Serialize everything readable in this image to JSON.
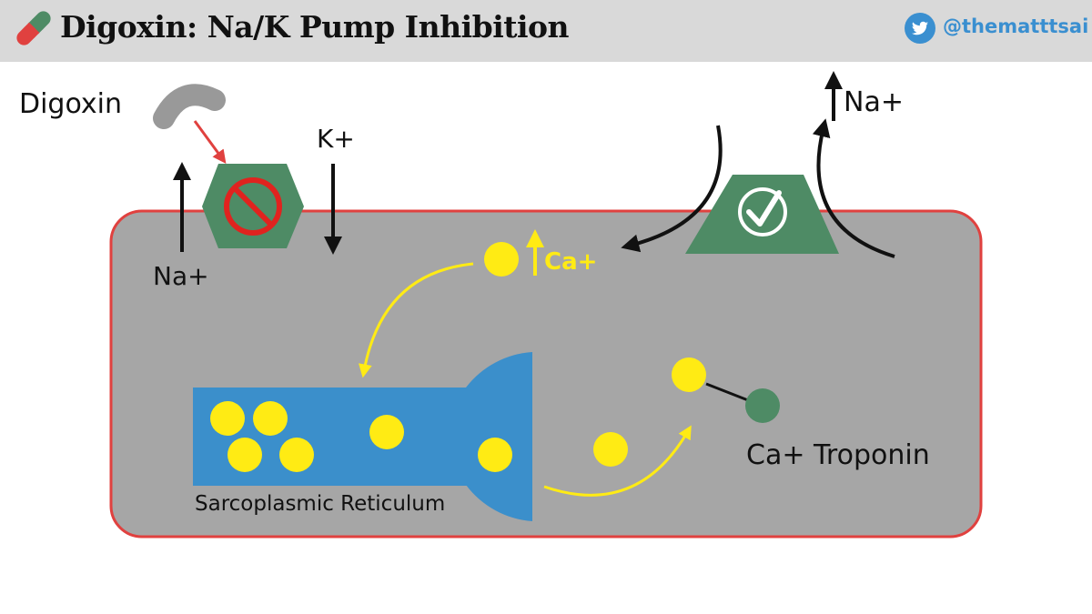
{
  "header": {
    "title": "Digoxin: Na/K Pump Inhibition",
    "handle": "@thematttsai",
    "icons": {
      "left": "pill-icon",
      "right": "twitter-bird-icon"
    },
    "colors": {
      "bar": "#d9d9d9",
      "handle": "#3a8fd0",
      "pill_red": "#e0413f",
      "pill_green": "#4e8b65"
    }
  },
  "diagram": {
    "digoxin_label": "Digoxin",
    "na_left_label": "Na+",
    "k_label": "K+",
    "na_right_label": "Na+",
    "ca_label": "Ca+",
    "troponin_label": "Ca+ Troponin",
    "sr_label": "Sarcoplasmic Reticulum",
    "icons": [
      "digoxin-drug-shape",
      "blocked-pump-icon",
      "no-sign-icon",
      "active-exchanger-icon",
      "check-icon"
    ],
    "colors": {
      "cell_fill": "#a6a6a6",
      "cell_border": "#e0413f",
      "pump_green": "#4e8b65",
      "sr_blue": "#3b8fcb",
      "calcium_yellow": "#ffeb14",
      "troponin_green": "#4e8b65",
      "inhibit_arrow_red": "#e0413f"
    }
  }
}
